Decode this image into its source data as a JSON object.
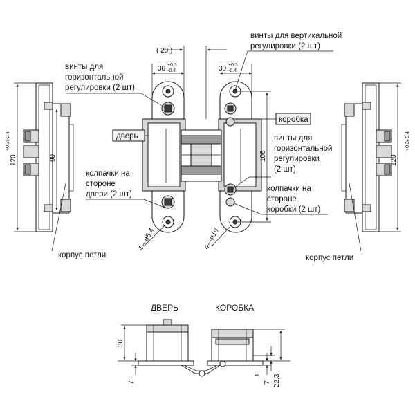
{
  "labels": {
    "vertical_screws_line1": "винты для вертикальной",
    "vertical_screws_line2": "регулировки (2 шт)",
    "horizontal_screws_left_line1": "винты для",
    "horizontal_screws_left_line2": "горизонтальной",
    "horizontal_screws_left_line3": "регулировки (2 шт)",
    "door_box": "дверь",
    "frame_box": "коробка",
    "horizontal_screws_right_line1": "винты для",
    "horizontal_screws_right_line2": "горизонтальной",
    "horizontal_screws_right_line3": "регулировки",
    "horizontal_screws_right_line4": "(2 шт)",
    "caps_door_line1": "колпачки на",
    "caps_door_line2": "стороне",
    "caps_door_line3": "двери (2 шт)",
    "caps_frame_line1": "колпачки на",
    "caps_frame_line2": "стороне",
    "caps_frame_line3": "коробки (2 шт)",
    "hinge_body_left": "корпус петли",
    "hinge_body_right": "корпус петли",
    "door_header": "ДВЕРЬ",
    "frame_header": "КОРОБКА"
  },
  "dimensions": {
    "top_20": "( 20 )",
    "left_30": "30",
    "left_30_tol_plus": "+0.3",
    "left_30_tol_minus": "-0.4",
    "right_30": "30",
    "right_30_tol_plus": "+0.3",
    "right_30_tol_minus": "-0.4",
    "left_120": "120",
    "left_120_tol": "+0.3/-0.4",
    "left_90": "90",
    "right_120": "120",
    "right_120_tol": "+0.3/-0.4",
    "height_106": "106",
    "hole_d54": "4—ø5.4",
    "hole_d10": "4—ø10",
    "bottom_30": "30",
    "bottom_7_left": "7",
    "bottom_1": "1",
    "bottom_7_right": "7",
    "bottom_223": "22.3"
  }
}
